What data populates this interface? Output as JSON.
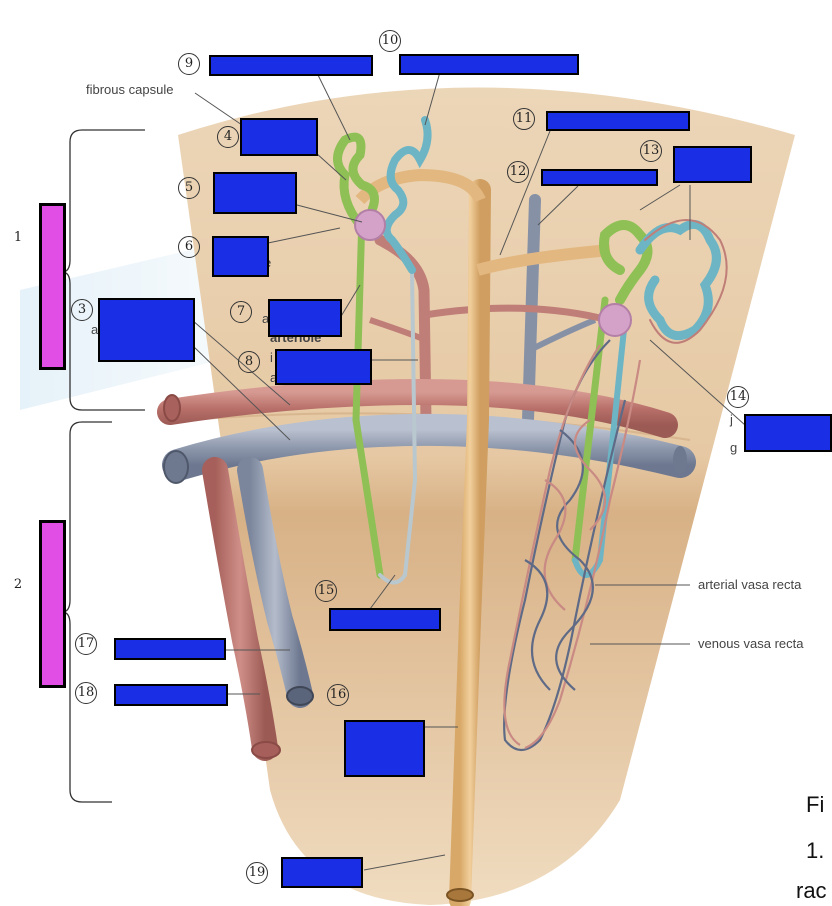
{
  "labels": {
    "fibrous_capsule": "fibrous capsule",
    "arterial_vasa_recta": "arterial vasa recta",
    "venous_vasa_recta": "venous vasa recta",
    "partial_e": "e",
    "partial_a1": "a",
    "partial_a2": "a",
    "partial_arteriole": "arteriole",
    "partial_i": "i",
    "partial_a3": "a",
    "partial_j": "j",
    "partial_g": "g"
  },
  "numbers": {
    "n1": "1",
    "n2": "2",
    "n3": "3",
    "n4": "4",
    "n5": "5",
    "n6": "6",
    "n7": "7",
    "n8": "8",
    "n9": "9",
    "n10": "10",
    "n11": "11",
    "n12": "12",
    "n13": "13",
    "n14": "14",
    "n15": "15",
    "n16": "16",
    "n17": "17",
    "n18": "18",
    "n19": "19"
  },
  "caption": {
    "line1": "Fi",
    "line2": "1.",
    "line3": "rac"
  },
  "colors": {
    "cover_box": "#1a2ee6",
    "bracket_box": "#e04ee6",
    "cortex": "#e9d2b4",
    "medulla": "#d9b78c",
    "artery": "#c98080",
    "vein": "#9aa3b5",
    "pct": "#9ccc5a",
    "dct": "#7ec3d0",
    "collecting_duct": "#e2b77d"
  }
}
